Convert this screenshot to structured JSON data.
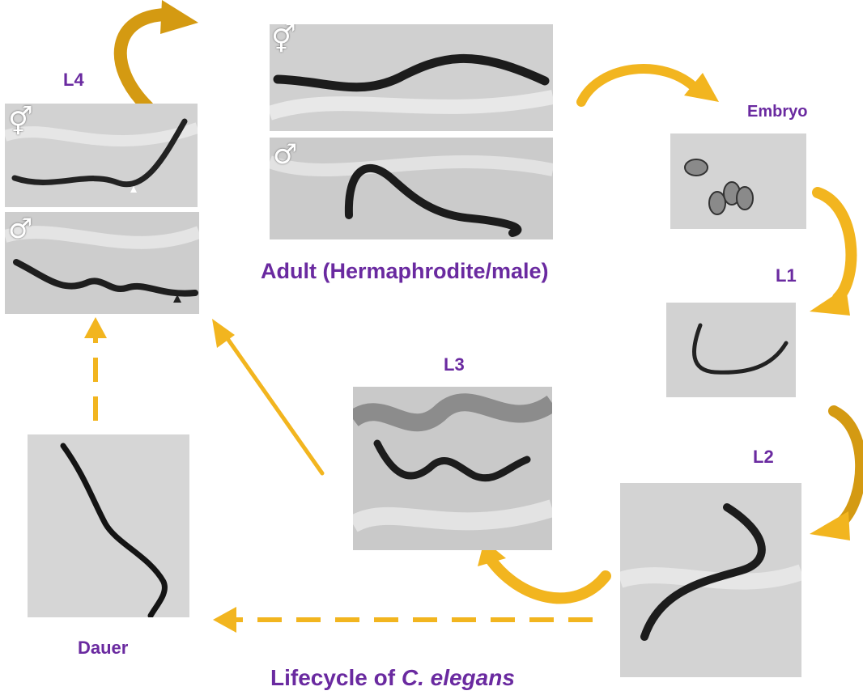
{
  "colors": {
    "arrow": "#f2b51f",
    "arrow_dark": "#d49a12",
    "label": "#6a2aa0"
  },
  "stages": {
    "l4": "L4",
    "adult": "Adult (Hermaphrodite/male)",
    "embryo": "Embryo",
    "l1": "L1",
    "l2": "L2",
    "l3": "L3",
    "dauer": "Dauer"
  },
  "symbols": {
    "hermaphrodite": "⚥",
    "male": "♂"
  },
  "caption": {
    "prefix": "Lifecycle of ",
    "species": "C. elegans"
  }
}
